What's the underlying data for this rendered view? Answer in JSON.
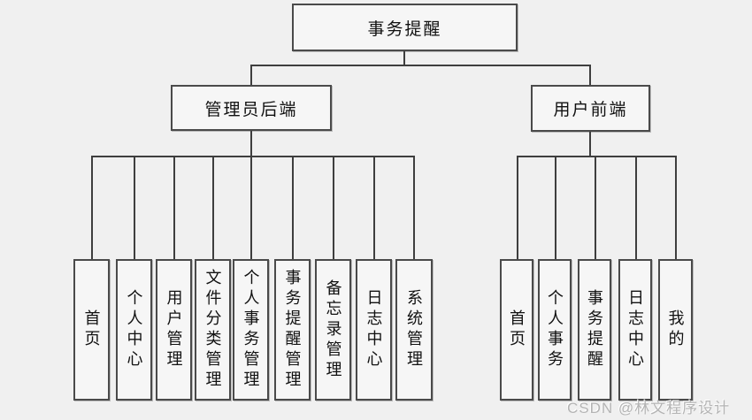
{
  "colors": {
    "page-bg": "#f0f0f0",
    "box-bg": "#f6f6f6",
    "box-border": "#4a4a4a",
    "line": "#3e3e3e",
    "text": "#111111",
    "watermark": "#b4b4b4"
  },
  "diagram": {
    "root": {
      "label": "事务提醒"
    },
    "branches": [
      {
        "label": "管理员后端",
        "children": [
          "首页",
          "个人中心",
          "用户管理",
          "文件分类管理",
          "个人事务管理",
          "事务提醒管理",
          "备忘录管理",
          "日志中心",
          "系统管理"
        ]
      },
      {
        "label": "用户前端",
        "children": [
          "首页",
          "个人事务",
          "事务提醒",
          "日志中心",
          "我的"
        ]
      }
    ]
  },
  "watermark": {
    "text": "CSDN @林文程序设计"
  }
}
